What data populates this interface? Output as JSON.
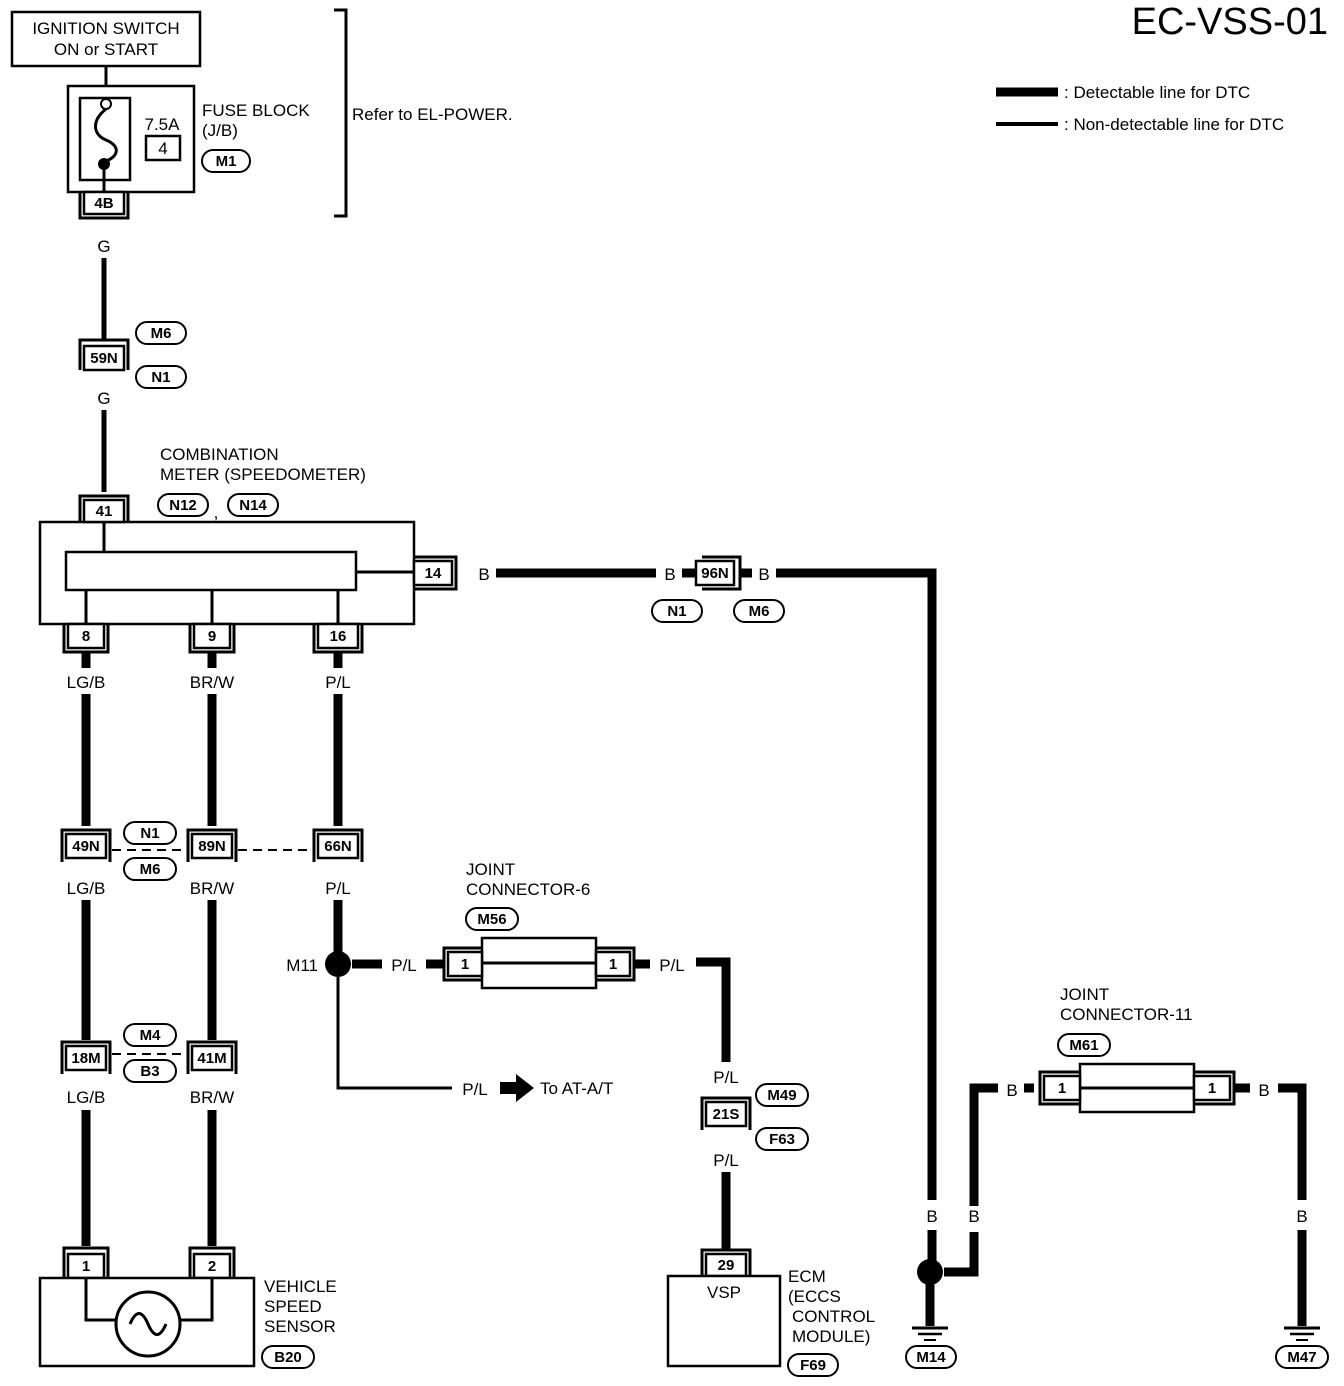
{
  "title": "EC-VSS-01",
  "legend": {
    "detectable": ": Detectable line for DTC",
    "non_detectable": ": Non-detectable line for DTC"
  },
  "ignition": {
    "line1": "IGNITION SWITCH",
    "line2": "ON or START"
  },
  "fuse": {
    "rating": "7.5A",
    "number": "4",
    "label1": "FUSE BLOCK",
    "label2": "(J/B)",
    "conn": "M1",
    "pin": "4B"
  },
  "refer": "Refer to EL-POWER.",
  "wires": {
    "g": "G",
    "b": "B",
    "lgb": "LG/B",
    "brw": "BR/W",
    "pl": "P/L"
  },
  "conn_59n": {
    "pin": "59N",
    "c1": "M6",
    "c2": "N1"
  },
  "meter": {
    "label1": "COMBINATION",
    "label2": "METER (SPEEDOMETER)",
    "c1": "N12",
    "sep": ",",
    "c2": "N14",
    "p41": "41",
    "p14": "14",
    "p8": "8",
    "p9": "9",
    "p16": "16"
  },
  "conn_96n": {
    "pin": "96N",
    "c1": "N1",
    "c2": "M6"
  },
  "mid_conn": {
    "p49": "49N",
    "p89": "89N",
    "p66": "66N",
    "c1": "N1",
    "c2": "M6"
  },
  "low_conn": {
    "p18": "18M",
    "p41": "41M",
    "c1": "M4",
    "c2": "B3"
  },
  "splice": "M11",
  "to_at": "To AT-A/T",
  "jc6": {
    "label1": "JOINT",
    "label2": "CONNECTOR-6",
    "conn": "M56",
    "p1": "1",
    "p2": "1"
  },
  "conn_21s": {
    "pin": "21S",
    "c1": "M49",
    "c2": "F63"
  },
  "ecm": {
    "pin": "29",
    "inner": "VSP",
    "label1": "ECM",
    "label2": "(ECCS",
    "label3": "CONTROL",
    "label4": "MODULE)",
    "conn": "F69"
  },
  "vss": {
    "p1": "1",
    "p2": "2",
    "label1": "VEHICLE",
    "label2": "SPEED",
    "label3": "SENSOR",
    "conn": "B20"
  },
  "jc11": {
    "label1": "JOINT",
    "label2": "CONNECTOR-11",
    "conn": "M61",
    "p1": "1",
    "p2": "1"
  },
  "grounds": {
    "g1": "M14",
    "g2": "M47"
  }
}
